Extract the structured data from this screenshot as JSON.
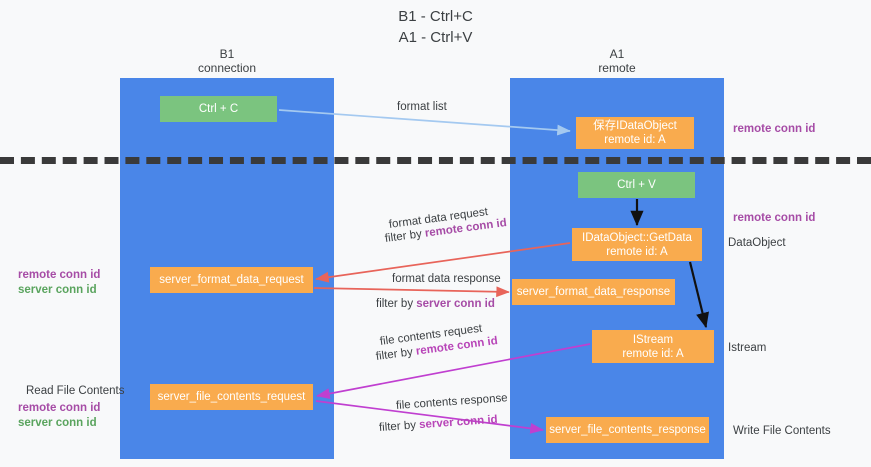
{
  "title": {
    "line1": "B1 - Ctrl+C",
    "line2": "A1 - Ctrl+V"
  },
  "columns": [
    {
      "id": "b1",
      "name": "B1",
      "role": "connection"
    },
    {
      "id": "a1",
      "name": "A1",
      "role": "remote"
    }
  ],
  "divider": {
    "style": "dashed",
    "color": "#3a3a3a"
  },
  "nodes": [
    {
      "id": "ctrl-c",
      "label": "Ctrl + C",
      "color": "green",
      "lane": "b1"
    },
    {
      "id": "ctrl-v",
      "label": "Ctrl + V",
      "color": "green",
      "lane": "a1"
    },
    {
      "id": "save-idataobject",
      "label_line1": "保存IDataObject",
      "label_line2": "remote id: A",
      "color": "orange",
      "lane": "a1"
    },
    {
      "id": "idataobject-getdata",
      "label_line1": "IDataObject::GetData",
      "label_line2": "remote id: A",
      "color": "orange",
      "lane": "a1"
    },
    {
      "id": "istream",
      "label_line1": "IStream",
      "label_line2": "remote id: A",
      "color": "orange",
      "lane": "a1"
    },
    {
      "id": "server-format-data-request",
      "label": "server_format_data_request",
      "color": "orange",
      "lane": "b1"
    },
    {
      "id": "server-format-data-response",
      "label": "server_format_data_response",
      "color": "orange",
      "lane": "a1"
    },
    {
      "id": "server-file-contents-request",
      "label": "server_file_contents_request",
      "color": "orange",
      "lane": "b1"
    },
    {
      "id": "server-file-contents-response",
      "label": "server_file_contents_response",
      "color": "orange",
      "lane": "a1"
    }
  ],
  "edge_labels": {
    "format_list": "format list",
    "format_data_request": "format data request",
    "format_data_request_filter_prefix": "filter by ",
    "format_data_request_filter_key": "remote conn id",
    "format_data_response": "format data response",
    "format_data_response_filter_prefix": "filter by ",
    "format_data_response_filter_key": "server conn id",
    "file_contents_request": "file contents request",
    "file_contents_request_filter_prefix": "filter by ",
    "file_contents_request_filter_key": "remote conn id",
    "file_contents_response": "file contents response",
    "file_contents_response_filter_prefix": "filter by ",
    "file_contents_response_filter_key": "server conn id"
  },
  "annotations": {
    "remote_conn_id_top": "remote conn id",
    "remote_conn_id_mid": "remote conn id",
    "dataobject": "DataObject",
    "istream": "Istream",
    "write_file_contents": "Write File Contents",
    "read_file_contents": "Read File Contents",
    "left_mid_remote": "remote conn id",
    "left_mid_server": "server conn id",
    "left_bot_remote": "remote conn id",
    "left_bot_server": "server conn id"
  },
  "colors": {
    "lane": "#4a86e8",
    "green_node": "#7bc47f",
    "orange_node": "#f9ab4e",
    "arrow_format_list": "#a4c9f0",
    "arrow_format_data": "#e8645a",
    "arrow_file_contents": "#c03fd0",
    "arrow_black": "#000000",
    "text_purple": "#a64ca6",
    "text_green": "#5aa45e",
    "background": "#f8f9fa"
  }
}
